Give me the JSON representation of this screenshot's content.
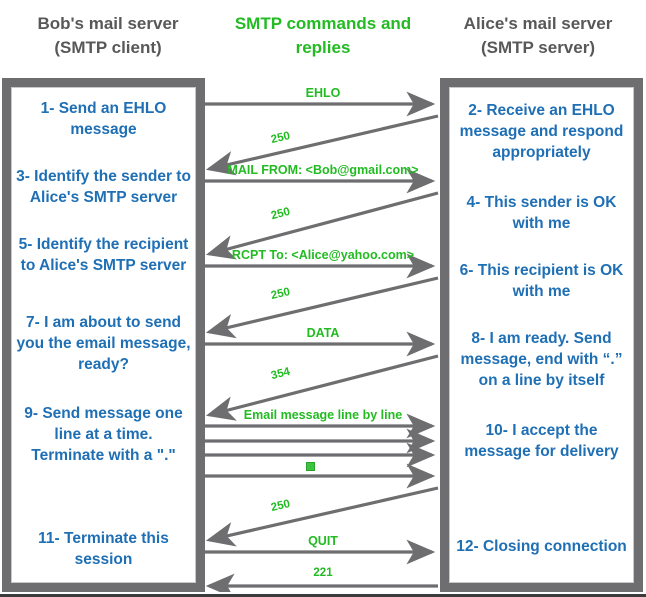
{
  "headers": {
    "left": "Bob's mail server\n(SMTP client)",
    "left_line1": "Bob's mail server",
    "left_line2": "(SMTP client)",
    "center_line1": "SMTP commands and",
    "center_line2": "replies",
    "right_line1": "Alice's mail server",
    "right_line2": "(SMTP server)"
  },
  "colors": {
    "client_text": "#1f6fb5",
    "header_gray": "#58585a",
    "accent_green": "#22bb22",
    "frame_gray": "#6e6e70",
    "arrow_gray": "#6e6e70",
    "dot_green": "#3fc23f",
    "background": "#ffffff"
  },
  "client_steps": [
    {
      "id": 1,
      "text": "1- Send an EHLO message"
    },
    {
      "id": 3,
      "text": "3- Identify the sender to Alice's SMTP server"
    },
    {
      "id": 5,
      "text": "5- Identify the recipient to Alice's SMTP server"
    },
    {
      "id": 7,
      "text": "7- I am about to send you the email message, ready?"
    },
    {
      "id": 9,
      "text": "9- Send message one line at a time. Terminate with a \".\""
    },
    {
      "id": 11,
      "text": "11- Terminate this session"
    }
  ],
  "server_steps": [
    {
      "id": 2,
      "text": "2- Receive an EHLO message and respond appropriately"
    },
    {
      "id": 4,
      "text": "4- This sender is OK with me"
    },
    {
      "id": 6,
      "text": "6- This recipient is OK with me"
    },
    {
      "id": 8,
      "text": "8-  I am ready. Send message, end with “.” on a line by itself"
    },
    {
      "id": 10,
      "text": "10-  I accept the message for delivery"
    },
    {
      "id": 12,
      "text": "12-  Closing connection"
    }
  ],
  "messages": [
    {
      "seq": 1,
      "label": "EHLO",
      "direction": "client-to-server",
      "style": "horizontal"
    },
    {
      "seq": 2,
      "label": "250",
      "direction": "server-to-client",
      "style": "diagonal"
    },
    {
      "seq": 3,
      "label": "MAIL FROM: <Bob@gmail.com>",
      "direction": "client-to-server",
      "style": "horizontal"
    },
    {
      "seq": 4,
      "label": "250",
      "direction": "server-to-client",
      "style": "diagonal"
    },
    {
      "seq": 5,
      "label": "RCPT To: <Alice@yahoo.com>",
      "direction": "client-to-server",
      "style": "horizontal"
    },
    {
      "seq": 6,
      "label": "250",
      "direction": "server-to-client",
      "style": "diagonal"
    },
    {
      "seq": 7,
      "label": "DATA",
      "direction": "client-to-server",
      "style": "horizontal"
    },
    {
      "seq": 8,
      "label": "354",
      "direction": "server-to-client",
      "style": "diagonal"
    },
    {
      "seq": 9,
      "label": "Email message line by line",
      "direction": "client-to-server",
      "style": "horizontal"
    },
    {
      "seq": 10,
      "label": "",
      "direction": "client-to-server",
      "style": "horizontal"
    },
    {
      "seq": 11,
      "label": "",
      "direction": "client-to-server",
      "style": "horizontal"
    },
    {
      "seq": 12,
      "label": "",
      "direction": "client-to-server",
      "style": "horizontal",
      "marker": "dot-terminator"
    },
    {
      "seq": 13,
      "label": "250",
      "direction": "server-to-client",
      "style": "diagonal"
    },
    {
      "seq": 14,
      "label": "QUIT",
      "direction": "client-to-server",
      "style": "horizontal"
    },
    {
      "seq": 15,
      "label": "221",
      "direction": "server-to-client",
      "style": "horizontal"
    }
  ]
}
